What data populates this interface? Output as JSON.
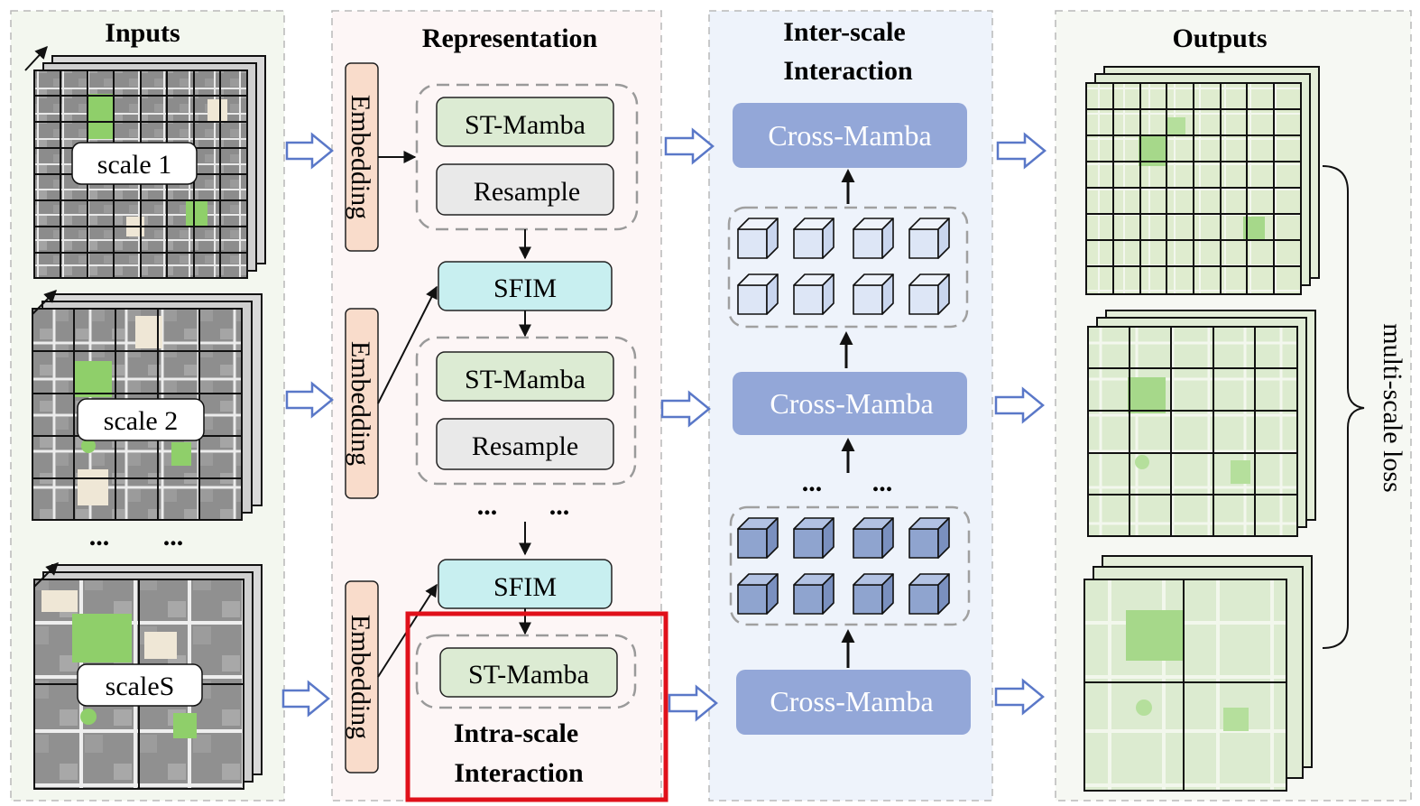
{
  "panels": {
    "inputs": {
      "title": "Inputs"
    },
    "representation": {
      "title": "Representation"
    },
    "inter_scale": {
      "title_line1": "Inter-scale",
      "title_line2": "Interaction"
    },
    "outputs": {
      "title": "Outputs"
    }
  },
  "inputs": {
    "scale_labels": [
      "scale 1",
      "scale 2",
      "scaleS"
    ],
    "ellipsis": [
      "...",
      "..."
    ]
  },
  "representation": {
    "embedding_label": "Embedding",
    "stmamba_label": "ST-Mamba",
    "resample_label": "Resample",
    "sfim_label": "SFIM",
    "ellipsis": [
      "...",
      "..."
    ],
    "intra_line1": "Intra-scale",
    "intra_line2": "Interaction"
  },
  "inter_scale": {
    "cross_mamba_label": "Cross-Mamba",
    "ellipsis": [
      "...",
      "..."
    ]
  },
  "outputs": {
    "loss_label": "multi-scale loss"
  },
  "colors": {
    "panel_inputs_bg": "#f3f7ef",
    "panel_repr_bg": "#fdf6f6",
    "panel_inter_bg": "#eef3fb",
    "panel_outputs_bg": "#f6f8f3",
    "embedding_fill": "#f9dccb",
    "stmamba_fill": "#dcebd3",
    "resample_fill": "#e9e9e9",
    "sfim_fill": "#c8eff0",
    "cross_mamba_fill": "#93a7d8",
    "highlight_red": "#e0101a",
    "map_gray": "#8b8b8b",
    "map_green": "#8fcf6a",
    "map_beige": "#efe7d6",
    "out_green": "#dbe9cf"
  },
  "icons": [
    "hollow-right-arrow-icon",
    "cube-icon",
    "up-arrow-icon",
    "curly-brace-icon"
  ]
}
